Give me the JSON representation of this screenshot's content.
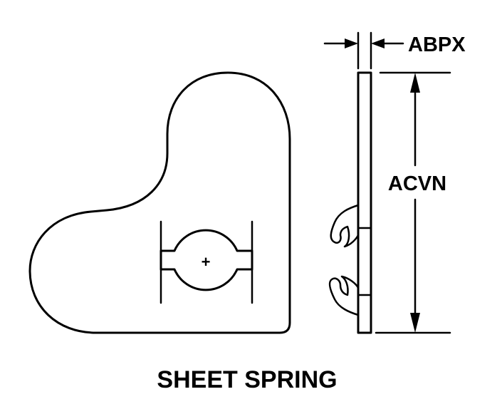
{
  "drawing": {
    "title": "SHEET SPRING",
    "dimensions": {
      "thickness_label": "ABPX",
      "height_label": "ACVN"
    },
    "center_mark": "+"
  }
}
